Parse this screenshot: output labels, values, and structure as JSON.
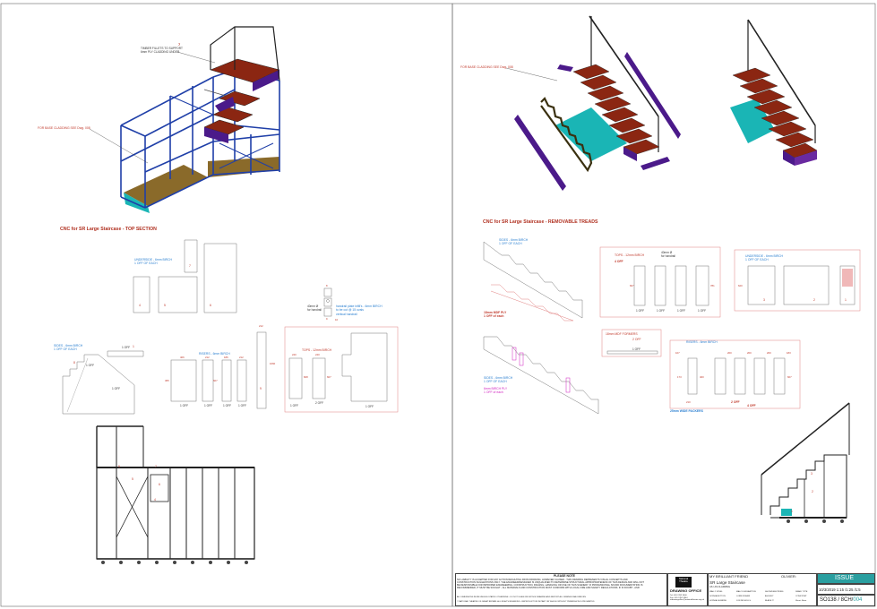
{
  "colors": {
    "frame_blue": "#1f3fa8",
    "tread_red": "#8b2612",
    "riser_purple": "#4b1a8a",
    "floor_teal": "#1ab5b5",
    "floor_brown": "#8a6a2a",
    "issue_teal": "#2a9fa0",
    "accent_red": "#c0392b",
    "accent_blue": "#2a7fd0"
  },
  "left_sheet": {
    "callout_timber": "TIMBER FILLETS TO SUPPORT\n6mm PLY CLADDING UNDER",
    "callout_timber_num": "7",
    "callout_base": "FOR BASE CLADDING SEE Dwg. 008",
    "section_title": "CNC for SR Large Staircase - TOP SECTION",
    "underside_label": "UNDERSIDE - 6mm BIRCH\n1 OFF OF EACH",
    "part_nums": [
      "4",
      "5",
      "6",
      "7"
    ],
    "handrail_hole": "40mm Ø\nfor handrail",
    "handrail_plate": "handrail plate infill's - 6mm BIRCH\nto be cut @ 15 ovals\nvertical handrail",
    "handrail_nums": [
      "8",
      "9",
      "10"
    ],
    "sides_label": "SIDES - 6mm BIRCH\n1 OFF OF EACH",
    "sides_qty": [
      "1 OFF",
      "1 OFF",
      "1 OFF"
    ],
    "sides_nums": [
      "8",
      "1"
    ],
    "risers_label": "RISERS - 6mm BIRCH",
    "risers_dims": [
      "406",
      "212",
      "186",
      "212",
      "212"
    ],
    "risers_heights": [
      "455",
      "607",
      "1660"
    ],
    "risers_qty": [
      "1 OFF",
      "1 OFF",
      "1 OFF",
      "1 OFF"
    ],
    "risers_num": "9",
    "tops_label": "TOPS - 12mm BIRCH",
    "tops_dims": [
      "240",
      "240"
    ],
    "tops_heights": [
      "828",
      "607"
    ],
    "tops_qty": [
      "1 OFF",
      "2 OFF",
      "1 OFF"
    ],
    "elev_nums": [
      "9",
      "7",
      "5",
      "4",
      "6"
    ]
  },
  "right_sheet": {
    "callout_base": "FOR BASE CLADDING SEE Dwg. 008",
    "section_title": "CNC for SR Large Staircase - REMOVABLE TREADS",
    "sides_label": "SIDES - 6mm BIRCH\n1 OFF OF EACH",
    "mdf_label": "18mm MDF PLY\n1 OFF of each",
    "sides2_label": "SIDES - 6mm BIRCH\n1 OFF OF EACH",
    "packers_label": "6mm BIRCH PLY\n1 OFF of each",
    "tops_label": "TOPS - 12mm BIRCH",
    "tops_qty_label": "4 OFF",
    "handrail_hole": "40mm Ø\nfor handrail",
    "tops_heights": [
      "607",
      "781"
    ],
    "tops_qty": [
      "1 OFF",
      "1 OFF",
      "1 OFF",
      "1 OFF"
    ],
    "formers_label": "18mm MDF FORMERS",
    "formers_qty": [
      "2 OFF",
      "1 OFF"
    ],
    "underside_label": "UNDERSIDE - 6mm BIRCH\n1 OFF OF EACH",
    "underside_nums": [
      "3",
      "2",
      "1"
    ],
    "underside_height": "620",
    "risers_label": "RISERS - 6mm BIRCH",
    "risers_dims": [
      "107",
      "200",
      "200",
      "200",
      "183"
    ],
    "risers_heights": [
      "173",
      "400",
      "607"
    ],
    "risers_qty": [
      "2 OFF",
      "4 OFF"
    ],
    "risers_bottom": "210",
    "packers_note": "25mm WIDE PACKERS",
    "elev_nums": [
      "2",
      "3",
      "1"
    ]
  },
  "title_block": {
    "please_note": "PLEASE NOTE",
    "disclaimer": "NO LIABILITY IS ACCEPTED FOR ANY ACTION RESULTING FROM DRAWING. HOWEVER CAUSED - THIS DRAWING REPRESENTS VISUAL CONCEPTS AND\nCONSTRUCTION SUGGESTIONS ONLY. THE ENGINEER/DESIGNER IS UNQUALIFIED TO DETERMINE STRUCTURAL APPROPRIATENESS OF THIS DESIGN AND WILL NOT\nBE RESPONSIBLE FOR IMPROPER ENGINEERING, CONSTRUCTION, RIGGING, HANDLING OR USE OF THIS SCENERY. IF PROFESSIONAL SOUND DOCUMENTATION IS\nRECOMMENDED, IT MUST BE SOUGHT - ALL MATERIALS AND CONSTRUCTION MUST CONFORM WITH LOCAL FIRE AND SAFETY REGULATIONS. IF IN DOUBT - ASK!",
    "dims_note": "ALL DIMENSIONS IN MM UNLESS STATED OTHERWISE - DO NOT SCALE FROM THIS DRAWING AND REPORT ALL DIMENSIONAL ERRORS",
    "copyright": "© NATIONAL THEATRE OF GREAT BRITAIN. ALL RIGHTS RESERVED - REPRODUCTION IN PART OR WHOLE WITHOUT PERMISSION IS PROHIBITED",
    "office_logo": "National Theatre",
    "office": "DRAWING OFFICE",
    "office_contact": "Tel: 020 7452 3400\nFax: 020 7452 3344\nntdrawingoffice@nationaltheatre.org.uk",
    "production": "MY BRILLIANT FRIEND",
    "designer_label": "OLIVIER:",
    "drawing_title": "SR Large Staircase",
    "drawing_sub": "AS / AS CLADDING",
    "people_row1": [
      "WALLY STEEL",
      "MALCOLM BEATTICE",
      "SHOW/DEBUT/FIRS",
      "DRAW. TYPE"
    ],
    "people_row2": [
      "SOPHIA BUTTON",
      "LORIE FISHER",
      "AS BUILT",
      "CONST/DET"
    ],
    "people_row3": [
      "SOPHIA GILBRIDE",
      "JON NICHOLLS",
      "BLADE IT",
      "Sheet: None"
    ],
    "issue": "ISSUE",
    "date_scale": "10/3/2019  1:15 /1:25 /1:5",
    "dwg_number": "SO138 / 8CH/",
    "dwg_suffix": "004"
  }
}
